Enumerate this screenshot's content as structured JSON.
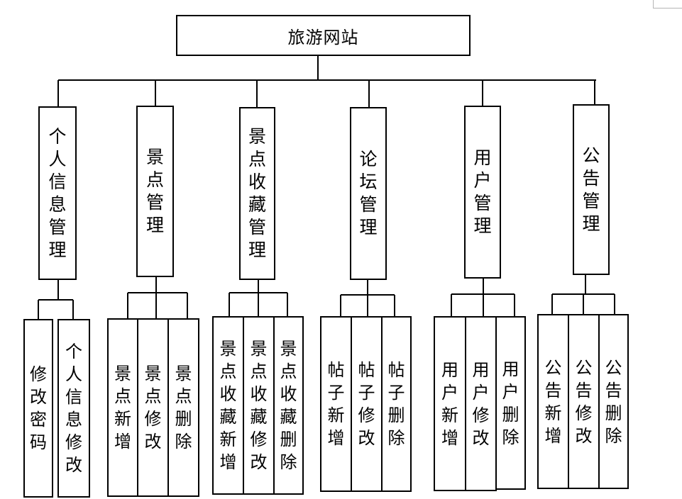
{
  "diagram": {
    "root": "旅游网站",
    "modules": [
      {
        "label": "个人信息管理",
        "children": [
          "修改密码",
          "个人信息修改"
        ]
      },
      {
        "label": "景点管理",
        "children": [
          "景点新增",
          "景点修改",
          "景点删除"
        ]
      },
      {
        "label": "景点收藏管理",
        "children": [
          "景点收藏新增",
          "景点收藏修改",
          "景点收藏删除"
        ]
      },
      {
        "label": "论坛管理",
        "children": [
          "帖子新增",
          "帖子修改",
          "帖子删除"
        ]
      },
      {
        "label": "用户管理",
        "children": [
          "用户新增",
          "用户修改",
          "用户删除"
        ]
      },
      {
        "label": "公告管理",
        "children": [
          "公告新增",
          "公告修改",
          "公告删除"
        ]
      }
    ]
  }
}
